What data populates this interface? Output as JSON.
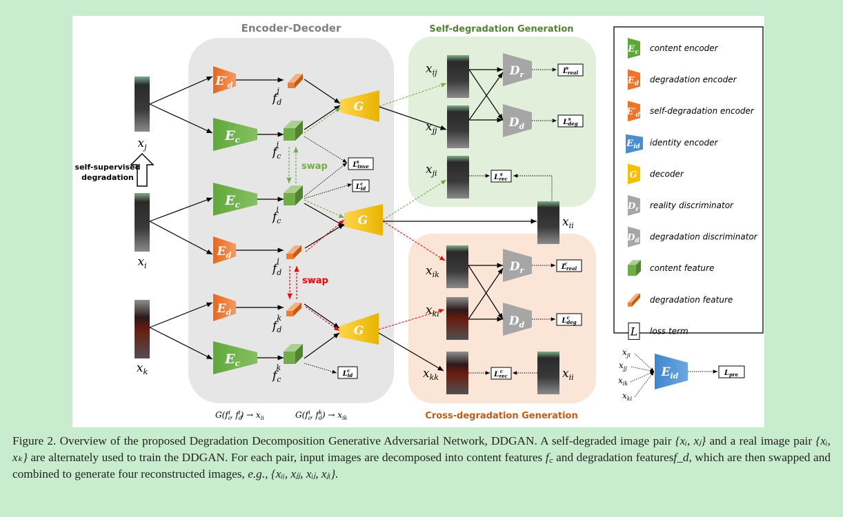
{
  "figure": {
    "panels": {
      "encoder_decoder": "Encoder-Decoder",
      "self_degradation": "Self-degradation Generation",
      "cross_degradation": "Cross-degradation Generation"
    },
    "inputs": {
      "xj": "x",
      "xj_sub": "j",
      "xi": "x",
      "xi_sub": "i",
      "xk": "x",
      "xk_sub": "k",
      "arrow_label_line1": "self-supervised",
      "arrow_label_line2": "degradation"
    },
    "modules": {
      "Ed_prime": "E′",
      "Ed_prime_sub": "d",
      "Ec": "E",
      "Ec_sub": "c",
      "Ed": "E",
      "Ed_sub": "d",
      "G": "G",
      "Dr": "D",
      "Dr_sub": "r",
      "Dd": "D",
      "Dd_sub": "d",
      "Eid": "E",
      "Eid_sub": "id"
    },
    "features": {
      "fdj": {
        "base": "f",
        "sub": "d",
        "sup": "j"
      },
      "fcj": {
        "base": "f",
        "sub": "c",
        "sup": "j"
      },
      "fci": {
        "base": "f",
        "sub": "c",
        "sup": "i"
      },
      "fdi": {
        "base": "f",
        "sub": "d",
        "sup": "i"
      },
      "fdk": {
        "base": "f",
        "sub": "d",
        "sup": "k"
      },
      "fck": {
        "base": "f",
        "sub": "c",
        "sup": "k"
      }
    },
    "swap_label": "swap",
    "losses": {
      "inve": {
        "base": "L",
        "sup": "s",
        "sub": "inve"
      },
      "id_c": {
        "base": "L",
        "sup": "c",
        "sub": "id"
      },
      "id_c2": {
        "base": "L",
        "sup": "c",
        "sub": "id"
      },
      "real_s": {
        "base": "L",
        "sup": "s",
        "sub": "real"
      },
      "deg_s": {
        "base": "L",
        "sup": "s",
        "sub": "deg"
      },
      "rec_s": {
        "base": "L",
        "sup": "s",
        "sub": "rec"
      },
      "real_c": {
        "base": "L",
        "sup": "c",
        "sub": "real"
      },
      "deg_c": {
        "base": "L",
        "sup": "c",
        "sub": "deg"
      },
      "rec_c": {
        "base": "L",
        "sup": "c",
        "sub": "rec"
      },
      "pre": {
        "base": "L",
        "sub": "pre"
      }
    },
    "generated": {
      "xij": "ij",
      "xjj": "jj",
      "xji": "ji",
      "xii": "ii",
      "xik": "ik",
      "xki": "ki",
      "xkk": "kk",
      "xii2": "ii"
    },
    "equations": {
      "eq1": "G(f꜀ⁱ, f_dⁱ) → xᵢᵢ",
      "eq1_parts": {
        "pre": "G(",
        "a": "f",
        "a_sub": "c",
        "a_sup": "i",
        "b": "f",
        "b_sub": "d",
        "b_sup": "i",
        "post": ") → x",
        "post_sub": "ii"
      },
      "eq2_parts": {
        "pre": "G(",
        "a": "f",
        "a_sub": "c",
        "a_sup": "i",
        "b": "f",
        "b_sub": "d",
        "b_sup": "k",
        "post": ") → x",
        "post_sub": "ik"
      }
    },
    "legend": [
      {
        "symbol": "E",
        "sub": "c",
        "label": "content encoder",
        "color": "#5ea83a"
      },
      {
        "symbol": "E",
        "sub": "d",
        "label": "degradation encoder",
        "color": "#ed7528"
      },
      {
        "symbol": "E′",
        "sub": "d",
        "label": "self-degradation encoder",
        "color": "#ed7528"
      },
      {
        "symbol": "E",
        "sub": "id",
        "label": "identity encoder",
        "color": "#4a8ed0"
      },
      {
        "symbol": "G",
        "sub": "",
        "label": "decoder",
        "color": "#f5bf00"
      },
      {
        "symbol": "D",
        "sub": "r",
        "label": "reality discriminator",
        "color": "#a6a6a6"
      },
      {
        "symbol": "D",
        "sub": "d",
        "label": "degradation discriminator",
        "color": "#a6a6a6"
      },
      {
        "symbol": "",
        "sub": "",
        "label": "content feature",
        "color": "#70ad47"
      },
      {
        "symbol": "",
        "sub": "",
        "label": "degradation feature",
        "color": "#ed7d31"
      },
      {
        "symbol": "L",
        "sub": "",
        "label": "loss term",
        "color": "#000000"
      }
    ],
    "identity_inputs": [
      "ji",
      "jj",
      "ik",
      "ki"
    ],
    "colors": {
      "page_bg": "#c8ecce",
      "encdec_bg": "#e7e6e6",
      "self_bg": "#e2efda",
      "cross_bg": "#fbe5d6",
      "self_title": "#548235",
      "cross_title": "#c55a11",
      "encdec_title": "#7f7f7f",
      "green_swap": "#70ad47",
      "red_swap": "#ff0000"
    }
  },
  "caption": {
    "prefix": "Figure 2. Overview of the proposed Degradation Decomposition Generative Adversarial Network, DDGAN. A self-degraded image pair",
    "line2a": "and a real image pair",
    "line2b": "are alternately used to train the DDGAN. For each pair, input images are decomposed into",
    "line3a": "content features",
    "line3b": "and degradation features",
    "line3c": ", which are then swapped and combined to generate four reconstructed images,",
    "eg": "e.g.",
    "set1": "{xᵢ, xⱼ}",
    "set2": "{xᵢ, xₖ}",
    "fc": "f꜀",
    "fd": "f_d",
    "set3": "{xᵢᵢ, xⱼⱼ, xᵢⱼ, xⱼᵢ}."
  }
}
